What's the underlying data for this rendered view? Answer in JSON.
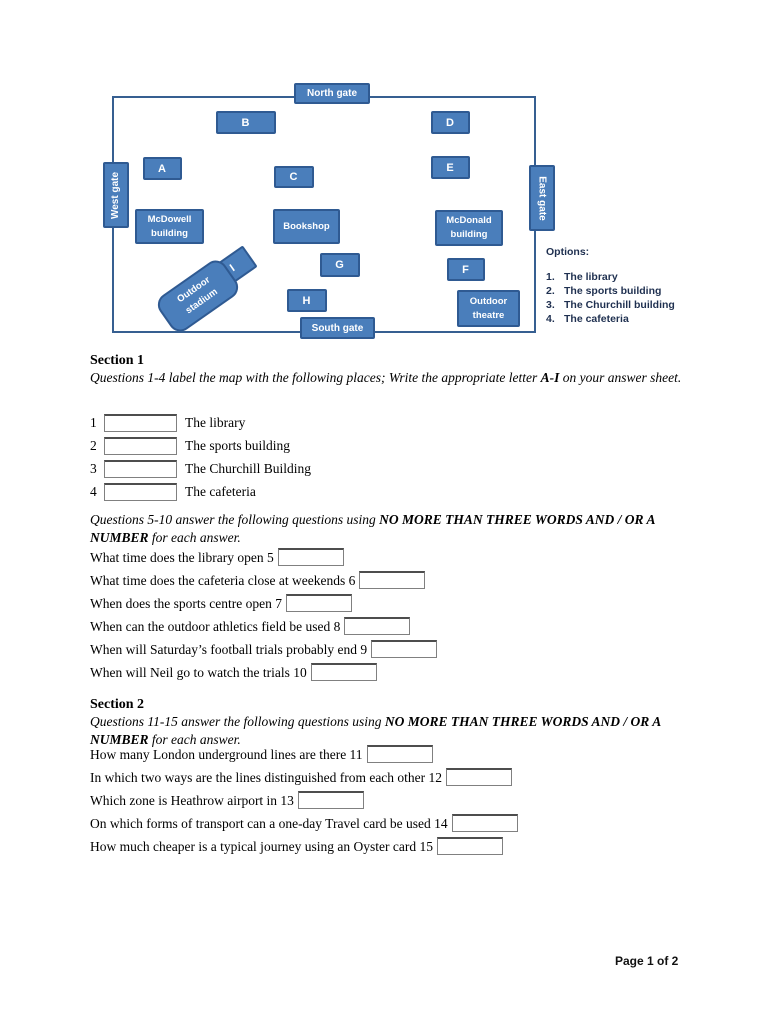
{
  "map": {
    "gates": {
      "north": "North gate",
      "south": "South gate",
      "west": "West gate",
      "east": "East gate"
    },
    "letters": [
      "A",
      "B",
      "C",
      "D",
      "E",
      "F",
      "G",
      "H",
      "I"
    ],
    "buildings": {
      "mcdowell": "McDowell building",
      "bookshop": "Bookshop",
      "mcdonald": "McDonald building",
      "stadium": "Outdoor stadium",
      "theatre": "Outdoor theatre"
    },
    "colors": {
      "box_fill": "#4a7ebb",
      "box_border": "#2f5a92",
      "outline": "#365f91",
      "label_text": "#ffffff"
    },
    "options": {
      "title": "Options:",
      "items": [
        {
          "num": "1.",
          "label": "The library"
        },
        {
          "num": "2.",
          "label": "The sports building"
        },
        {
          "num": "3.",
          "label": "The Churchill building"
        },
        {
          "num": "4.",
          "label": "The cafeteria"
        }
      ]
    }
  },
  "section1": {
    "title": "Section 1",
    "instructions": [
      "Questions 1-4 label the map with the following places; Write the appropriate letter ",
      "A-I",
      " on your answer sheet."
    ],
    "items": [
      {
        "num": "1",
        "label": "The library"
      },
      {
        "num": "2",
        "label": "The sports building"
      },
      {
        "num": "3",
        "label": "The Churchill Building"
      },
      {
        "num": "4",
        "label": "The cafeteria"
      }
    ]
  },
  "questions_5_10": {
    "instructions": [
      "Questions 5-10 answer the following questions using ",
      "NO MORE THAN THREE WORDS AND / OR A NUMBER",
      " for each answer."
    ],
    "items": [
      "What time does the library open 5",
      "What time does the cafeteria close at weekends 6",
      "When does the sports centre open 7",
      "When can the outdoor athletics field be used 8",
      "When will Saturday’s football trials probably end 9",
      "When will Neil go to watch the trials 10"
    ]
  },
  "section2": {
    "title": "Section 2",
    "instructions": [
      "Questions 11-15 answer the following questions using ",
      "NO MORE THAN THREE WORDS AND / OR A NUMBER",
      " for each answer."
    ],
    "items": [
      "How many London underground lines are there 11",
      "In which two ways are the lines distinguished from each other 12",
      "Which zone is Heathrow airport in 13",
      "On which forms of transport can a one-day Travel card be used 14",
      "How much cheaper is a typical journey using an Oyster card 15"
    ]
  },
  "footer": {
    "page_label": "Page 1 of 2"
  }
}
